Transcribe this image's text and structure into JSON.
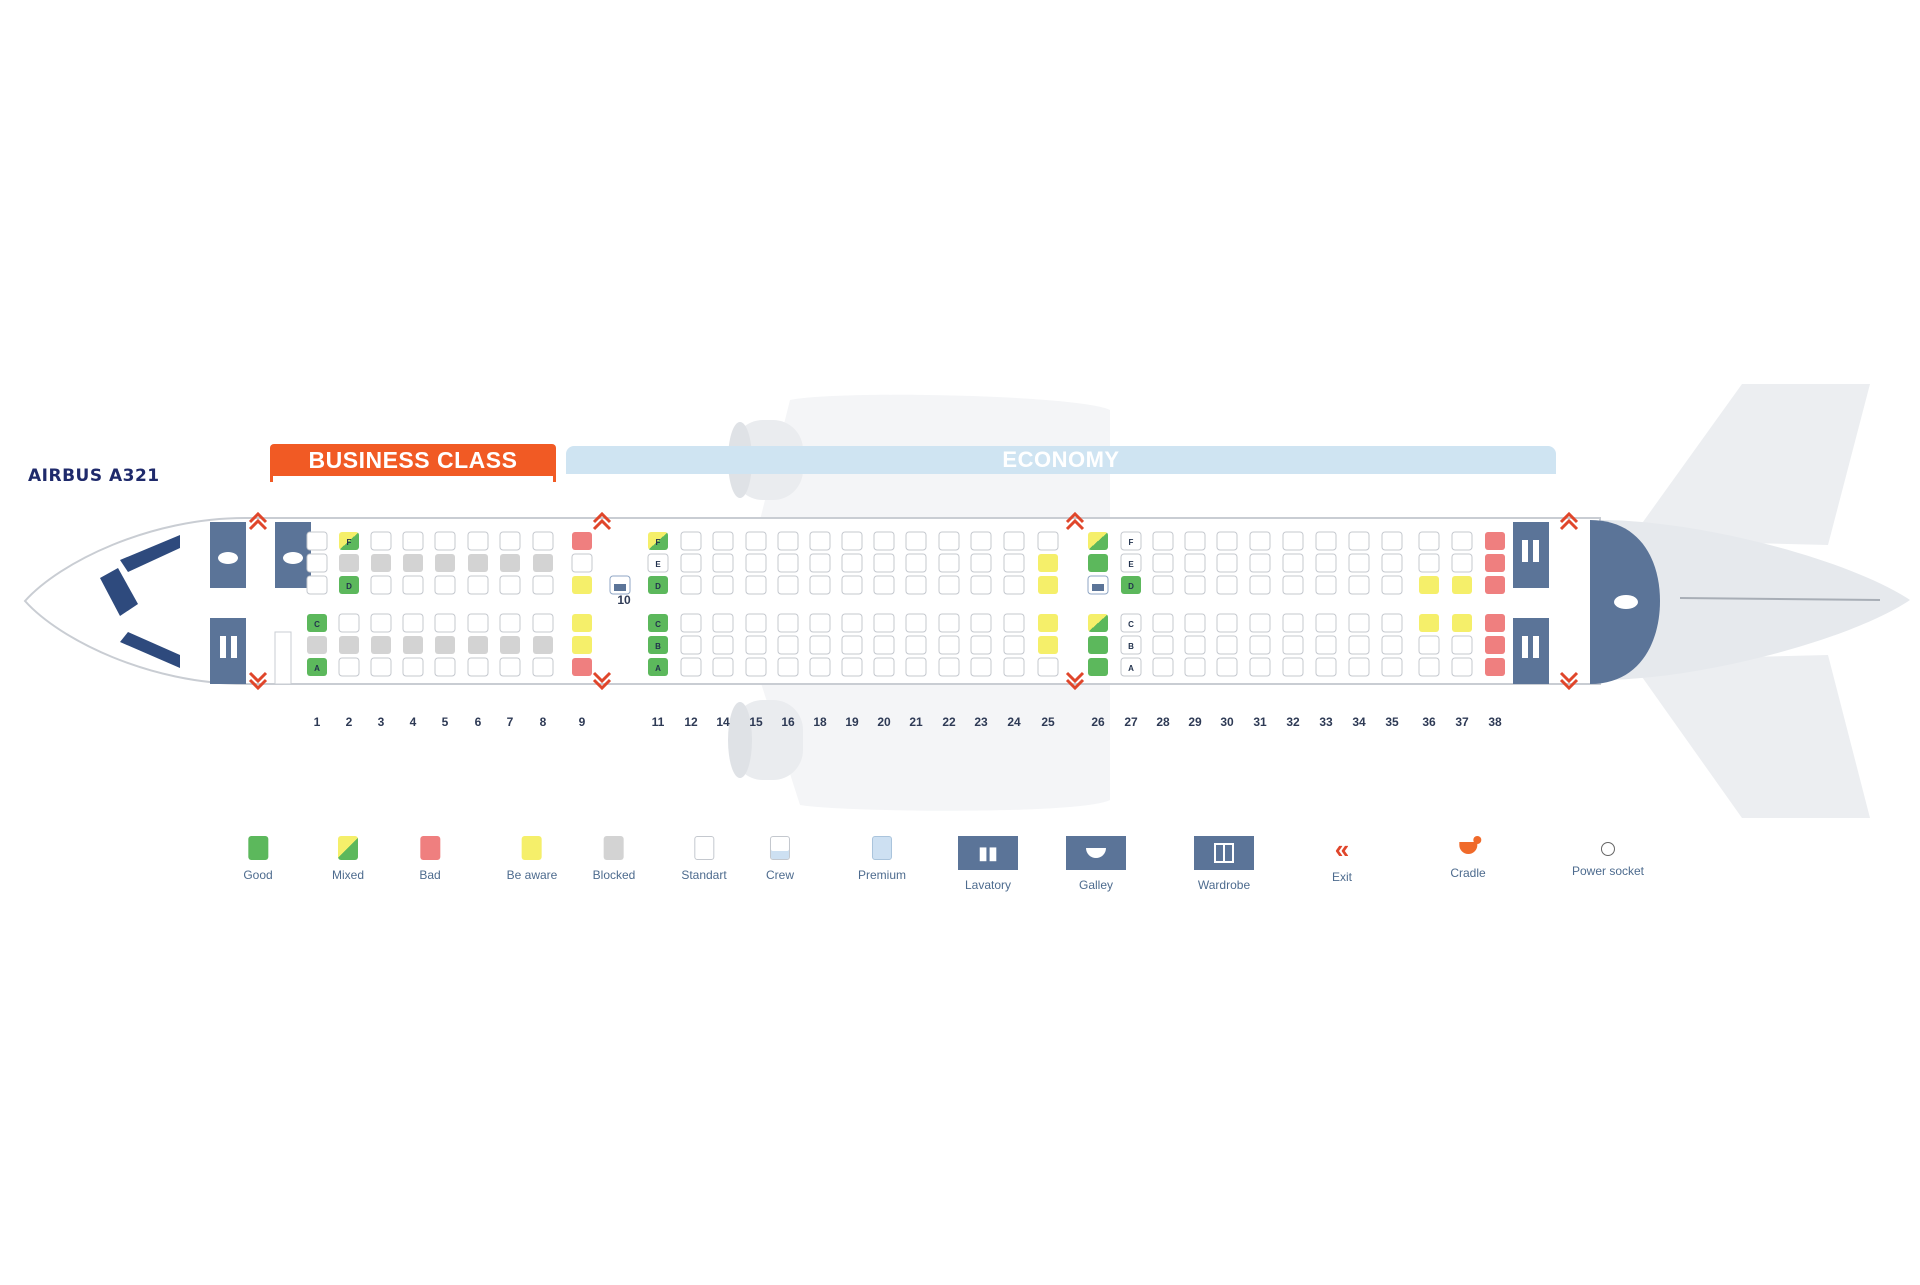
{
  "aircraft": {
    "title": "AIRBUS A321"
  },
  "cabin_labels": {
    "business": "BUSINESS CLASS",
    "economy": "ECONOMY"
  },
  "colors": {
    "good": "#5cb85c",
    "bad": "#ef7f7f",
    "be_aware": "#f5ef6a",
    "blocked": "#d3d3d3",
    "standard": "#ffffff",
    "premium": "#cde0f2",
    "facility": "#5b7498",
    "exit": "#e0462b",
    "business_band": "#f15a24",
    "economy_band": "#cfe4f2"
  },
  "row_numbers": [
    "1",
    "2",
    "3",
    "4",
    "5",
    "6",
    "7",
    "8",
    "9",
    "10",
    "11",
    "12",
    "14",
    "15",
    "16",
    "18",
    "19",
    "20",
    "21",
    "22",
    "23",
    "24",
    "25",
    "26",
    "27",
    "28",
    "29",
    "30",
    "31",
    "32",
    "33",
    "34",
    "35",
    "36",
    "37",
    "38"
  ],
  "seat_letters": {
    "row2_upper": [
      "F",
      "D"
    ],
    "row1_lower": [
      "C",
      "A"
    ],
    "row11_upper": [
      "D",
      "E",
      "F"
    ],
    "row11_lower": [
      "A",
      "B",
      "C"
    ],
    "row27_upper": [
      "D",
      "E",
      "F"
    ],
    "row27_lower": [
      "A",
      "B",
      "C"
    ]
  },
  "seat_status": {
    "good": [
      "2D",
      "1C",
      "1A",
      "11D",
      "11A",
      "11B",
      "11C",
      "26A",
      "26B",
      "26D",
      "26E",
      "27D"
    ],
    "mixed": [
      "2F",
      "11F",
      "26F",
      "26C"
    ],
    "bad": [
      "9F",
      "9A",
      "38D",
      "38E",
      "38F",
      "38A",
      "38B",
      "38C"
    ],
    "be_aware": [
      "9D",
      "9B",
      "9C",
      "25D",
      "25E",
      "25B",
      "25C",
      "36D",
      "36C",
      "37D",
      "37C"
    ],
    "blocked": [
      "1B",
      "2E",
      "3E",
      "4E",
      "5E",
      "6E",
      "7E",
      "8E",
      "2B",
      "3B",
      "4B",
      "5B",
      "6B",
      "7B",
      "8B"
    ],
    "crew": [
      "10D",
      "26D-crew"
    ]
  },
  "legend": [
    {
      "key": "good",
      "label": "Good",
      "icon": "green-square-icon"
    },
    {
      "key": "mixed",
      "label": "Mixed",
      "icon": "mixed-square-icon"
    },
    {
      "key": "bad",
      "label": "Bad",
      "icon": "red-square-icon"
    },
    {
      "key": "be_aware",
      "label": "Be aware",
      "icon": "yellow-square-icon"
    },
    {
      "key": "blocked",
      "label": "Blocked",
      "icon": "grey-square-icon"
    },
    {
      "key": "standard",
      "label": "Standart",
      "icon": "white-square-icon"
    },
    {
      "key": "crew",
      "label": "Crew",
      "icon": "crew-seat-icon"
    },
    {
      "key": "premium",
      "label": "Premium",
      "icon": "premium-square-icon"
    },
    {
      "key": "lavatory",
      "label": "Lavatory",
      "icon": "lavatory-icon"
    },
    {
      "key": "galley",
      "label": "Galley",
      "icon": "galley-icon"
    },
    {
      "key": "wardrobe",
      "label": "Wardrobe",
      "icon": "wardrobe-icon"
    },
    {
      "key": "exit",
      "label": "Exit",
      "icon": "exit-arrow-icon"
    },
    {
      "key": "cradle",
      "label": "Cradle",
      "icon": "cradle-icon"
    },
    {
      "key": "power",
      "label": "Power socket",
      "icon": "power-socket-icon"
    }
  ]
}
